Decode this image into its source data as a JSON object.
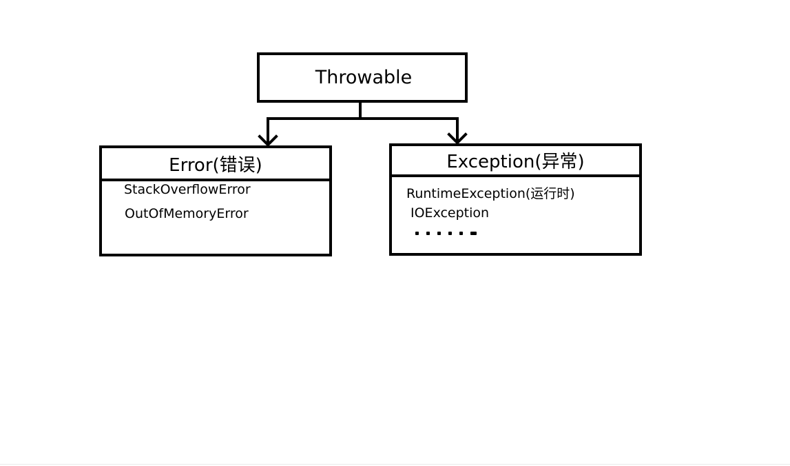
{
  "diagram": {
    "root": {
      "label": "Throwable"
    },
    "error": {
      "label": "Error(错误)",
      "items": [
        "StackOverflowError",
        "OutOfMemoryError"
      ]
    },
    "exception": {
      "label": "Exception(异常)",
      "items": [
        "RuntimeException(运行时)",
        "IOException"
      ],
      "ellipsis_marks": 6
    }
  }
}
